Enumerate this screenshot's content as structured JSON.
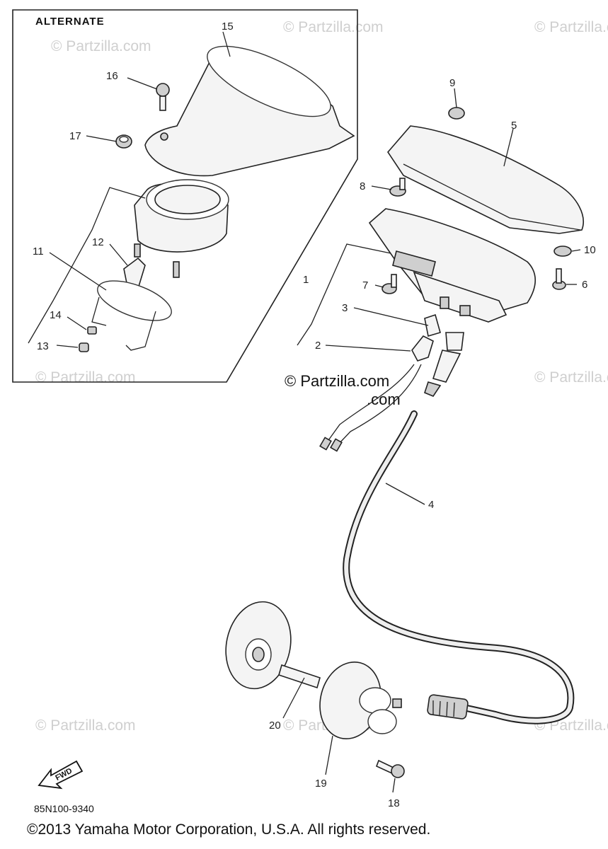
{
  "alternate_label": "ALTERNATE",
  "watermark": "© Partzilla.com",
  "center_watermark": "© Partzilla.com",
  "drawing_code": "85N100-9340",
  "fwd_label": "FWD",
  "copyright": "©2013  Yamaha Motor Corporation, U.S.A. All rights reserved.",
  "callouts": {
    "c1": "1",
    "c2": "2",
    "c3": "3",
    "c4": "4",
    "c5": "5",
    "c6": "6",
    "c7": "7",
    "c8": "8",
    "c9": "9",
    "c10": "10",
    "c11": "11",
    "c12": "12",
    "c13": "13",
    "c14": "14",
    "c15": "15",
    "c16": "16",
    "c17": "17",
    "c18": "18",
    "c19": "19",
    "c20": "20"
  }
}
